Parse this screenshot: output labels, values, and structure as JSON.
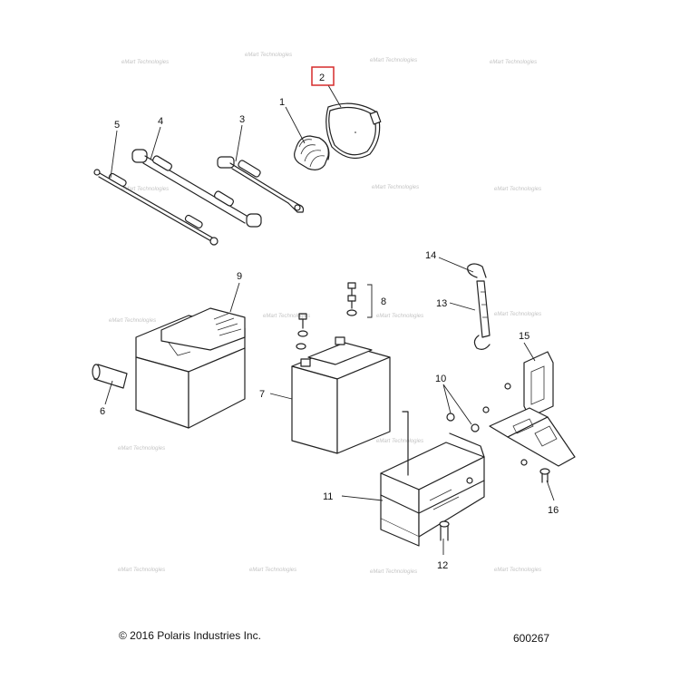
{
  "diagram": {
    "callouts": [
      "1",
      "2",
      "3",
      "4",
      "5",
      "6",
      "7",
      "8",
      "9",
      "10",
      "11",
      "12",
      "13",
      "14",
      "15",
      "16"
    ],
    "highlighted_callout": "2",
    "highlight_color": "#d62b2b",
    "watermark": "eMart Technologies"
  },
  "footer": {
    "copyright": "© 2016 Polaris Industries Inc.",
    "diagram_number": "600267"
  }
}
